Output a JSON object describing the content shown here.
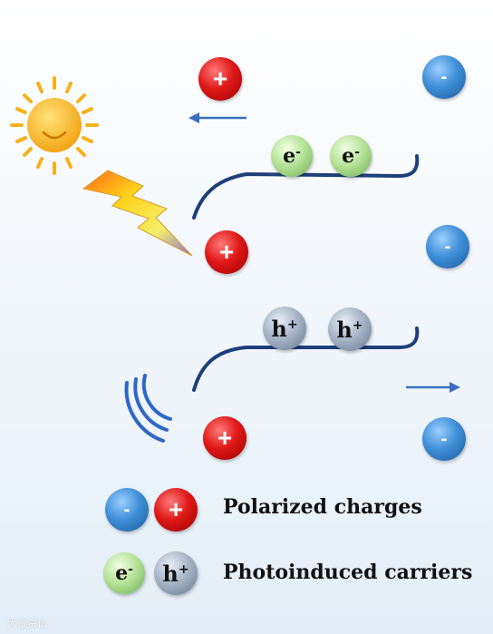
{
  "symbols": {
    "positive": "+",
    "negative": "-",
    "electron": "e",
    "electron_sup": "-",
    "hole": "h",
    "hole_sup": "+"
  },
  "legend": {
    "polarized_label": "Polarized charges",
    "photoinduced_label": "Photoinduced carriers"
  },
  "icons": [
    "sun-icon",
    "lightning-bolt-icon",
    "vibration-wave-icon"
  ],
  "colors": {
    "positive_charge": "#e01818",
    "negative_charge": "#3f8fd8",
    "electron": "#b7e39a",
    "hole": "#a7b5c8",
    "band_line": "#1f3f7a",
    "arrow": "#3a6fc0",
    "sun": "#f5b21a"
  },
  "watermark": "大鼠资讯"
}
